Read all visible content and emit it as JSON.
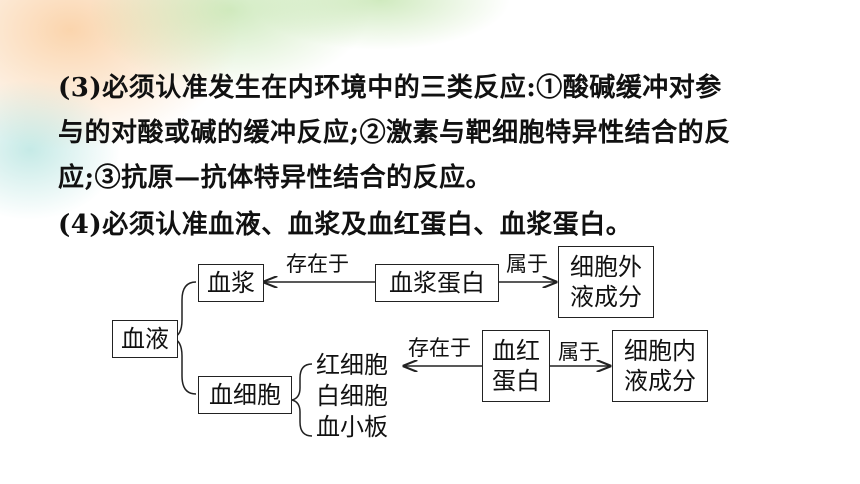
{
  "text": {
    "item3_line1": "(3)必须认准发生在内环境中的三类反应:①酸碱缓冲对参",
    "item3_line2": "与的对酸或碱的缓冲反应;②激素与靶细胞特异性结合的反",
    "item3_line3": "应;③抗原—抗体特异性结合的反应。",
    "item4": "(4)必须认准血液、血浆及血红蛋白、血浆蛋白。"
  },
  "diagram": {
    "blood": "血液",
    "plasma": "血浆",
    "blood_cells": "血细胞",
    "plasma_protein": "血浆蛋白",
    "extracellular": [
      "细胞外",
      "液成分"
    ],
    "hemoglobin": [
      "血红",
      "蛋白"
    ],
    "intracellular": [
      "细胞内",
      "液成分"
    ],
    "exists_in_1": "存在于",
    "exists_in_2": "存在于",
    "belongs_to_1": "属于",
    "belongs_to_2": "属于",
    "cell_types": [
      "红细胞",
      "白细胞",
      "血小板"
    ]
  },
  "colors": {
    "decor_orange": "#f7b26a",
    "decor_green": "#a9d98a",
    "decor_teal": "#7fd0c8"
  }
}
